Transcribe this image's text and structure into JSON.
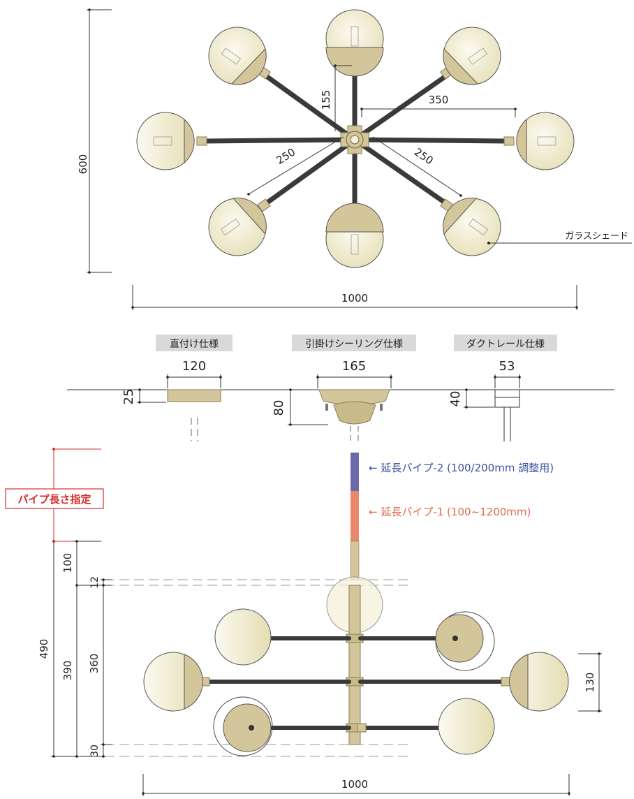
{
  "top_view": {
    "height_dim": "600",
    "width_dim": "1000",
    "arm_155": "155",
    "arm_350": "350",
    "arm_250_left": "250",
    "arm_250_right": "250",
    "glass_shade_label": "ガラスシェード"
  },
  "mount_options": {
    "direct": {
      "title": "直付け仕様",
      "width": "120",
      "height": "25"
    },
    "ceiling_hook": {
      "title": "引掛けシーリング仕様",
      "width": "165",
      "height": "80"
    },
    "duct_rail": {
      "title": "ダクトレール仕様",
      "width": "53",
      "height": "40"
    }
  },
  "side_view": {
    "pipe_length_label": "パイプ長さ指定",
    "pipe2_label": "← 延長パイプ-2 (100/200mm 調整用)",
    "pipe1_label": "← 延長パイプ-1 (100~1200mm)",
    "dim_490": "490",
    "dim_100": "100",
    "dim_12": "12",
    "dim_390": "390",
    "dim_360": "360",
    "dim_30": "30",
    "dim_130": "130",
    "width_dim": "1000"
  },
  "colors": {
    "brass": "#d4c69b",
    "brass_dark": "#b3a477",
    "glass": "#f3efd7",
    "arm": "#3a3a3a",
    "pipe1": "#e8876a",
    "pipe2": "#6a6aa8",
    "red": "#d92b2b",
    "blue_text": "#3a52a0",
    "orange_text": "#e06a4a",
    "title_bg": "#d9d9d9"
  }
}
